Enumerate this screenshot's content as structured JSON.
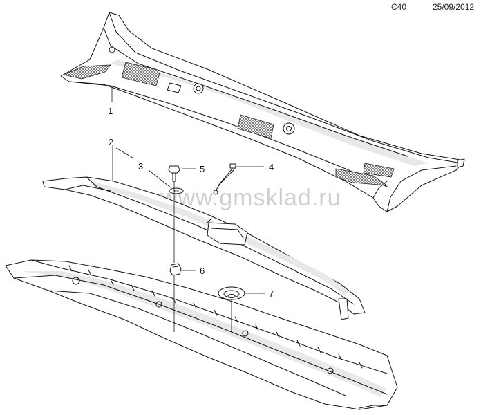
{
  "header": {
    "page_code": "C40",
    "date": "25/09/2012"
  },
  "watermark": "www.gmsklad.ru",
  "callouts": [
    {
      "id": "1",
      "label": "1"
    },
    {
      "id": "2",
      "label": "2"
    },
    {
      "id": "3",
      "label": "3"
    },
    {
      "id": "4",
      "label": "4"
    },
    {
      "id": "5",
      "label": "5"
    },
    {
      "id": "6",
      "label": "6"
    },
    {
      "id": "7",
      "label": "7"
    }
  ]
}
